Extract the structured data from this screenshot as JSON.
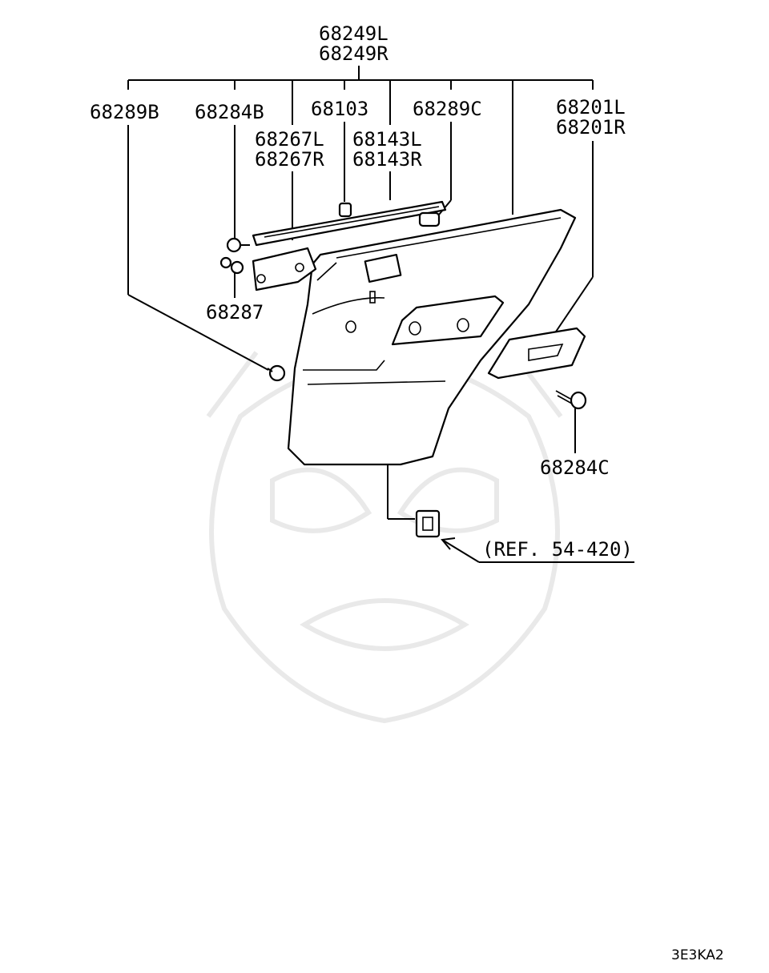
{
  "diagram": {
    "labels": {
      "top_l": "68249L",
      "top_r": "68249R",
      "p68289b": "68289B",
      "p68284b": "68284B",
      "p68103": "68103",
      "p68289c": "68289C",
      "p68201l": "68201L",
      "p68201r": "68201R",
      "p68267l": "68267L",
      "p68267r": "68267R",
      "p68143l": "68143L",
      "p68143r": "68143R",
      "p68287": "68287",
      "p68284c": "68284C",
      "ref": "(REF. 54-420)"
    },
    "figure_code": "3E3KA2"
  }
}
